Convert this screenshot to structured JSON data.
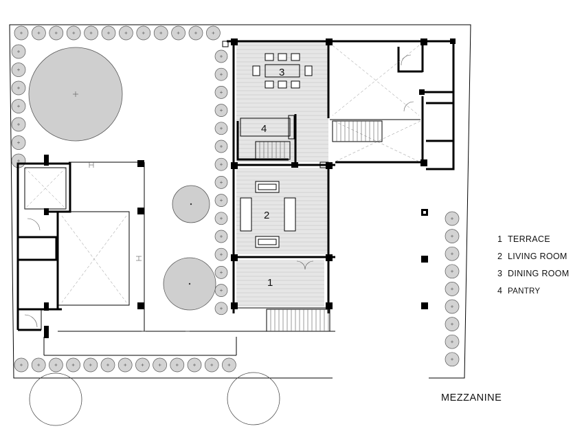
{
  "drawing": {
    "title": "MEZZANINE",
    "legend": [
      {
        "num": "1",
        "name": "TERRACE"
      },
      {
        "num": "2",
        "name": "LIVING ROOM"
      },
      {
        "num": "3",
        "name": "DINING ROOM"
      },
      {
        "num": "4",
        "name": "PANTRY"
      }
    ],
    "room_tags": {
      "terrace": "1",
      "living": "2",
      "dining": "3",
      "pantry": "4"
    }
  }
}
